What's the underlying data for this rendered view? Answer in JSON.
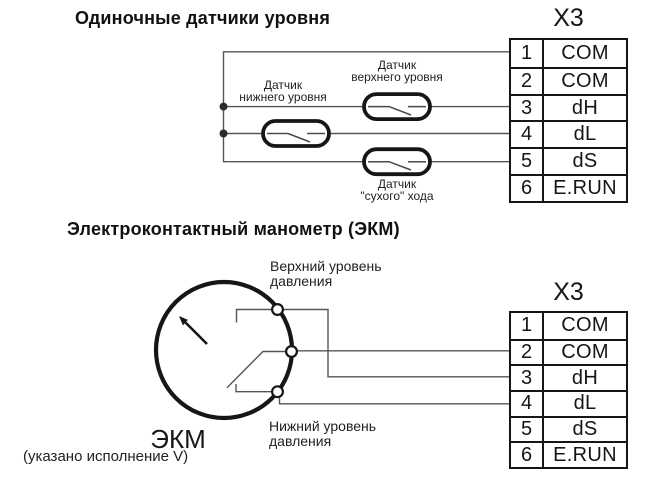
{
  "section_top": {
    "title": "Одиночные датчики уровня",
    "connector_name": "X3",
    "terminals": [
      {
        "num": "1",
        "label": "COM"
      },
      {
        "num": "2",
        "label": "COM"
      },
      {
        "num": "3",
        "label": "dH"
      },
      {
        "num": "4",
        "label": "dL"
      },
      {
        "num": "5",
        "label": "dS"
      },
      {
        "num": "6",
        "label": "E.RUN"
      }
    ],
    "sensor_upper": {
      "line1": "Датчик",
      "line2": "верхнего уровня"
    },
    "sensor_lower": {
      "line1": "Датчик",
      "line2": "нижнего уровня"
    },
    "sensor_dry": {
      "line1": "Датчик",
      "line2": "\"сухого\" хода"
    }
  },
  "section_bottom": {
    "title": "Электроконтактный манометр (ЭКМ)",
    "connector_name": "X3",
    "terminals": [
      {
        "num": "1",
        "label": "COM"
      },
      {
        "num": "2",
        "label": "COM"
      },
      {
        "num": "3",
        "label": "dH"
      },
      {
        "num": "4",
        "label": "dL"
      },
      {
        "num": "5",
        "label": "dS"
      },
      {
        "num": "6",
        "label": "E.RUN"
      }
    ],
    "label_upper": {
      "line1": "Верхний уровень",
      "line2": "давления"
    },
    "label_lower": {
      "line1": "Нижний уровень",
      "line2": "давления"
    },
    "gauge_label": "ЭКМ",
    "gauge_note": "(указано исполнение V)"
  },
  "colors": {
    "ink": "#161616",
    "wire": "#555555"
  }
}
